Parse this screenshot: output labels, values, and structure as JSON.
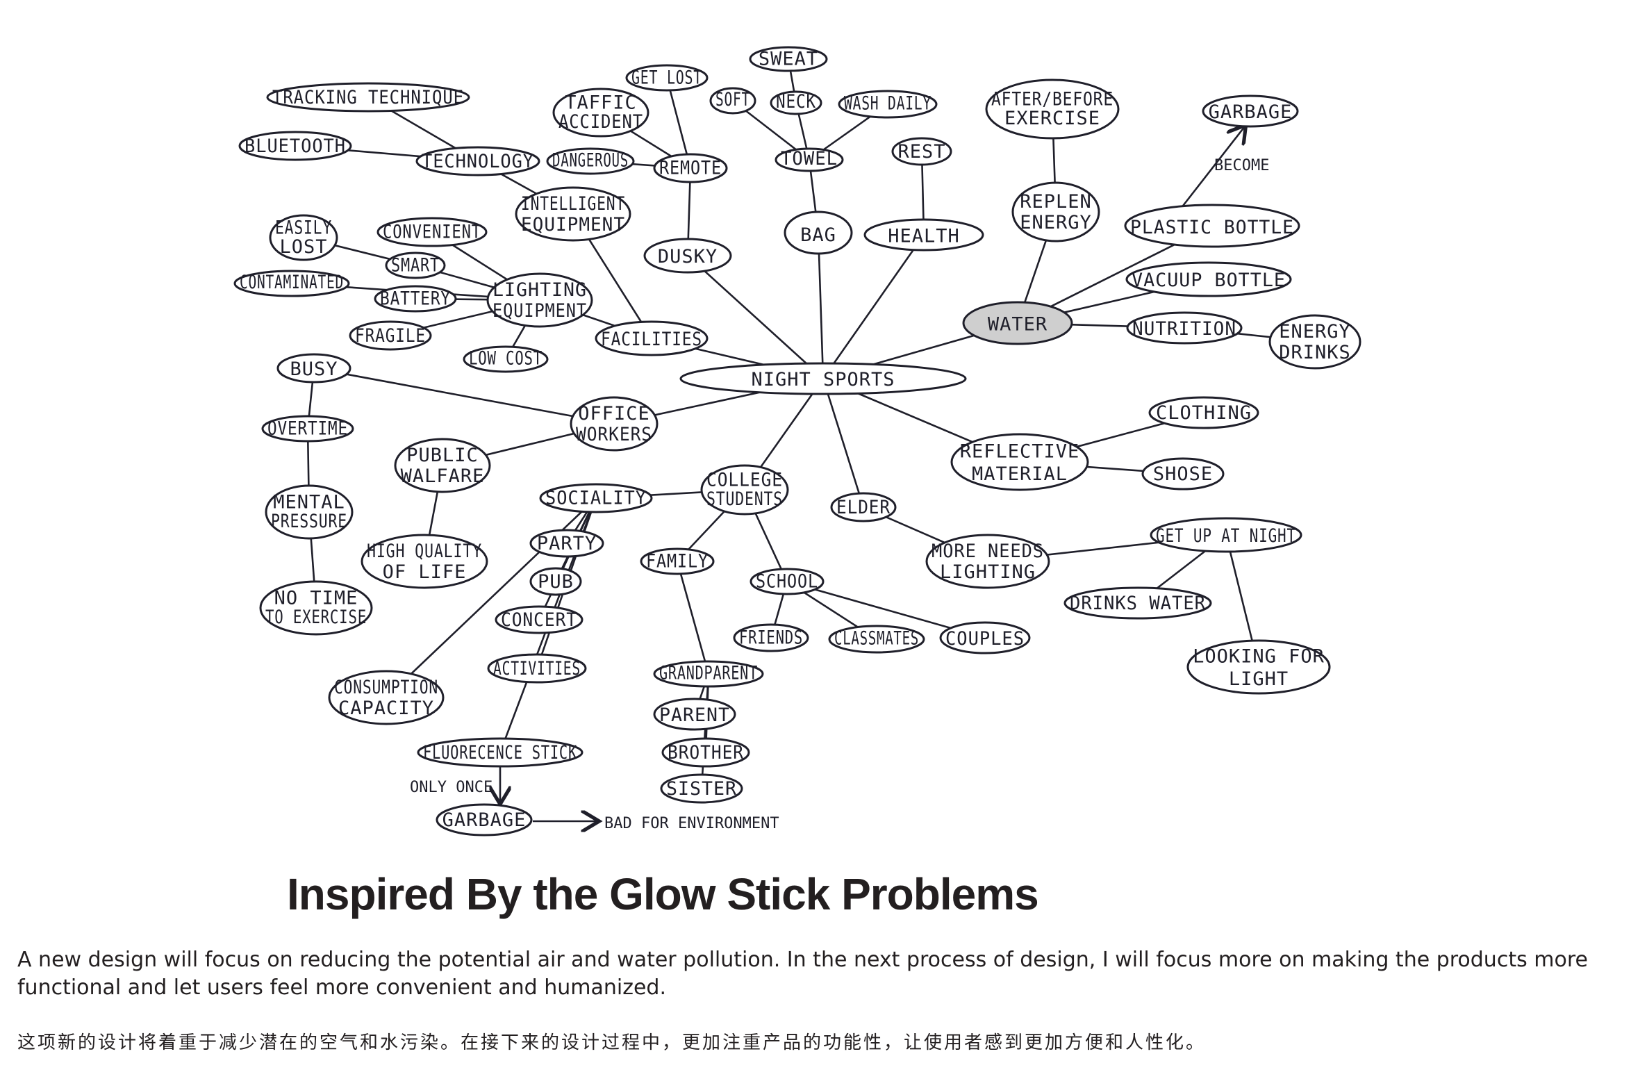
{
  "mindmap": {
    "center": "NIGHT SPORTS",
    "nodes": {
      "night_sports": "NIGHT SPORTS",
      "water": "WATER",
      "plastic_bottle": "PLASTIC BOTTLE",
      "garbage_top": "GARBAGE",
      "become": "BECOME",
      "vacuum_bottle": "VACUUP BOTTLE",
      "nutrition": "NUTRITION",
      "energy_drinks": [
        "ENERGY",
        "DRINKS"
      ],
      "replen_energy": [
        "REPLEN",
        "ENERGY"
      ],
      "after_before_exercise": [
        "AFTER/BEFORE",
        "EXERCISE"
      ],
      "health": "HEALTH",
      "rest": "REST",
      "bag": "BAG",
      "towel": "TOWEL",
      "neck": "NECK",
      "sweat": "SWEAT",
      "soft": "SOFT",
      "wash_daily": "WASH DAILY",
      "dusky": "DUSKY",
      "remote": "REMOTE",
      "get_lost": "GET LOST",
      "traffic_accident": [
        "TAFFIC",
        "ACCIDENT"
      ],
      "dangerous": "DANGEROUS",
      "facilities": "FACILITIES",
      "intelligent_equipment": [
        "INTELLIGENT",
        "EQUIPMENT"
      ],
      "technology": "TECHNOLOGY",
      "tracking_technique": "TRACKING TECHNIQUE",
      "bluetooth": "BLUETOOTH",
      "lighting_equipment": [
        "LIGHTING",
        "EQUIPMENT"
      ],
      "convenient": "CONVENIENT",
      "smart": "SMART",
      "easily_lost": [
        "EASILY",
        "LOST"
      ],
      "contaminated": "CONTAMINATED",
      "battery": "BATTERY",
      "fragile": "FRAGILE",
      "low_cost": "LOW COST",
      "office_workers": [
        "OFFICE",
        "WORKERS"
      ],
      "busy": "BUSY",
      "overtime": "OVERTIME",
      "mental_pressure": [
        "MENTAL",
        "PRESSURE"
      ],
      "no_time": [
        "NO TIME",
        "TO EXERCISE"
      ],
      "public_welfare": [
        "PUBLIC",
        "WALFARE"
      ],
      "high_quality": [
        "HIGH QUALITY",
        "OF LIFE"
      ],
      "consumption": [
        "CONSUMPTION",
        "CAPACITY"
      ],
      "sociality": "SOCIALITY",
      "party": "PARTY",
      "pub": "PUB",
      "concert": "CONCERT",
      "activities": "ACTIVITIES",
      "fluorescence_stick": "FLUORECENCE STICK",
      "only_once": "ONLY ONCE",
      "garbage_bottom": "GARBAGE",
      "bad_env": "BAD FOR ENVIRONMENT",
      "college_students": [
        "COLLEGE",
        "STUDENTS"
      ],
      "family": "FAMILY",
      "grandparent": "GRANDPARENT",
      "parent": "PARENT",
      "brother": "BROTHER",
      "sister": "SISTER",
      "school": "SCHOOL",
      "friends": "FRIENDS",
      "classmates": "CLASSMATES",
      "couples": "COUPLES",
      "elder": "ELDER",
      "more_needs_lighting": [
        "MORE NEEDS",
        "LIGHTING"
      ],
      "get_up_at_night": "GET UP AT NIGHT",
      "drinks_water": "DRINKS WATER",
      "looking_for_light": [
        "LOOKING FOR",
        "LIGHT"
      ],
      "reflective_material": [
        "REFLECTIVE",
        "MATERIAL"
      ],
      "clothing": "CLOTHING",
      "shose": "SHOSE"
    },
    "highlight_color": "#cfcfcf",
    "ink_color": "#1f1f2a"
  },
  "title": "Inspired By the Glow Stick Problems",
  "description_en": "A new design will focus on reducing the potential air and water pollution. In the next process of design, I will focus more on making the products more functional and let users feel more convenient and humanized.",
  "description_zh": "这项新的设计将着重于减少潜在的空气和水污染。在接下来的设计过程中，更加注重产品的功能性，让使用者感到更加方便和人性化。"
}
